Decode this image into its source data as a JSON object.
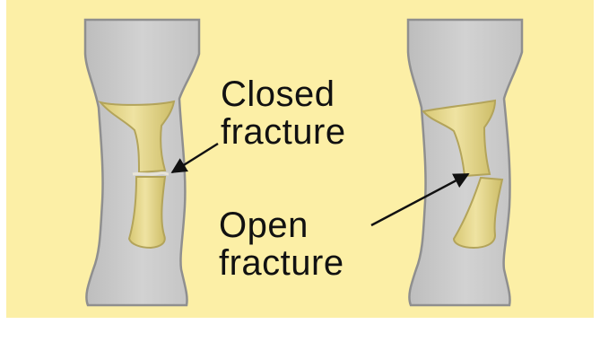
{
  "labels": {
    "closed": {
      "line1": "Closed",
      "line2": "fracture"
    },
    "open": {
      "line1": "Open",
      "line2": "fracture"
    }
  },
  "colors": {
    "background": "#fcefa6",
    "skin": "#c9c9c9",
    "skin_edge": "#8f8f8f",
    "bone": "#e9dc8f",
    "bone_edge": "#b3a45a",
    "arrow": "#111111"
  }
}
